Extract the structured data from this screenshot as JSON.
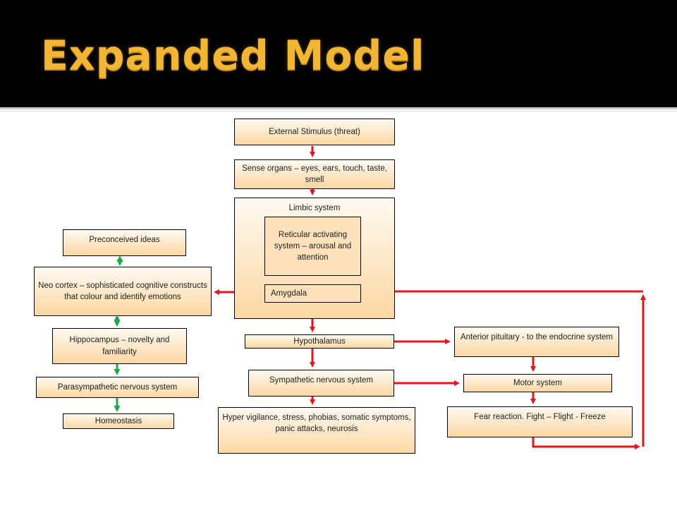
{
  "slide": {
    "title": "Expanded Model"
  },
  "diagram": {
    "nodes": {
      "external_stimulus": "External Stimulus (threat)",
      "sense_organs": "Sense organs – eyes, ears, touch, taste, smell",
      "limbic_system": "Limbic system",
      "reticular": "Reticular activating system – arousal and attention",
      "amygdala": "Amygdala",
      "hypothalamus": "Hypothalamus",
      "sympathetic": "Sympathetic nervous system",
      "hyper_vigilance": "Hyper vigilance, stress, phobias, somatic symptoms, panic attacks, neurosis",
      "preconceived": "Preconceived ideas",
      "neo_cortex": "Neo cortex – sophisticated cognitive constructs that colour and identify emotions",
      "hippocampus": "Hippocampus – novelty and familiarity",
      "parasympathetic": "Parasympathetic nervous system",
      "homeostasis": "Homeostasis",
      "anterior_pituitary": "Anterior pituitary - to the endocrine system",
      "motor_system": "Motor system",
      "fear_reaction": "Fear  reaction. Fight – Flight - Freeze"
    },
    "colors": {
      "red_arrow": "#e8141c",
      "green_arrow": "#1fa84a",
      "title": "#f2b634"
    }
  }
}
